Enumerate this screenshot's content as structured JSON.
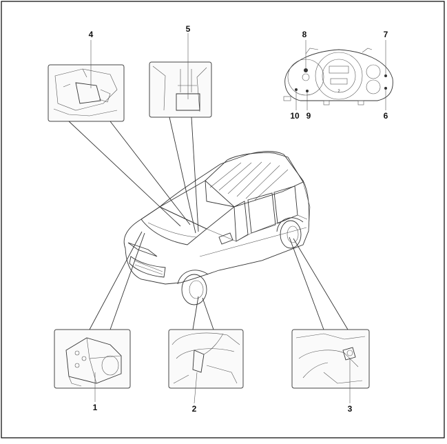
{
  "callouts": [
    {
      "id": "1",
      "text": "1"
    },
    {
      "id": "2",
      "text": "2"
    },
    {
      "id": "3",
      "text": "3"
    },
    {
      "id": "4",
      "text": "4"
    },
    {
      "id": "5",
      "text": "5"
    },
    {
      "id": "6",
      "text": "6"
    },
    {
      "id": "7",
      "text": "7"
    },
    {
      "id": "8",
      "text": "8"
    },
    {
      "id": "9",
      "text": "9"
    },
    {
      "id": "10",
      "text": "10"
    }
  ],
  "cluster": {
    "gear_indicator": "2"
  },
  "colors": {
    "line": "#333333",
    "frame": "#000000",
    "panel_fill": "#fafafa"
  },
  "icons": [
    "vehicle-illustration",
    "abs-module-icon",
    "wheel-speed-sensor-icon",
    "brake-switch-icon",
    "steering-sensor-icon",
    "instrument-cluster-icon"
  ]
}
